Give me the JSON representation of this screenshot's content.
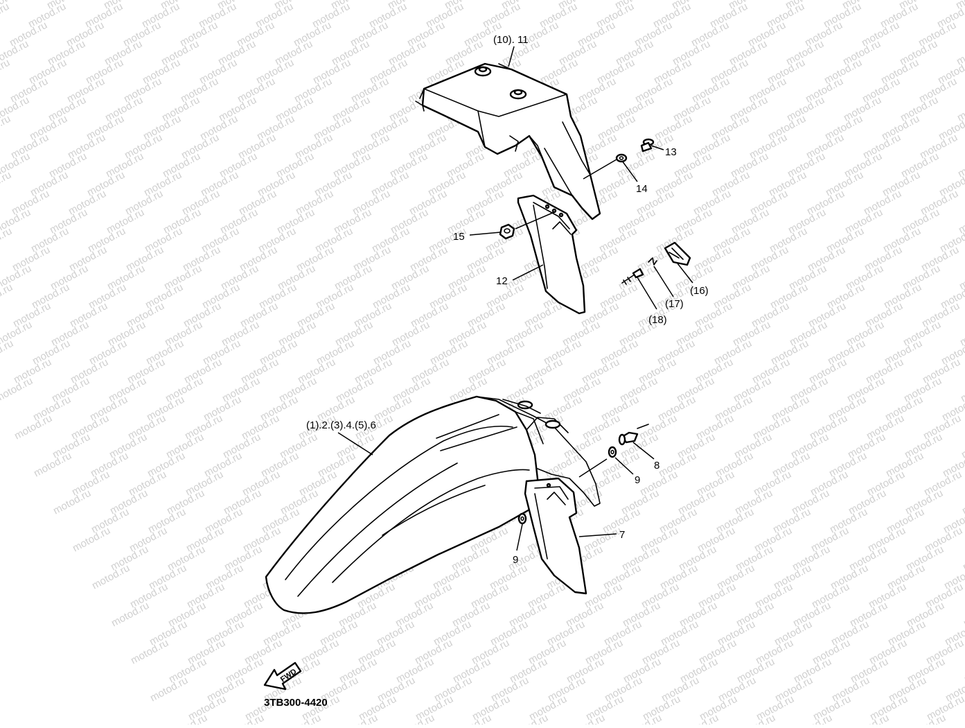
{
  "watermark": "motod.ru",
  "callouts": {
    "c10_11": "(10). 11",
    "c13": "13",
    "c14": "14",
    "c15": "15",
    "c12": "12",
    "c16": "(16)",
    "c17": "(17)",
    "c18": "(18)",
    "c1_6": "(1).2.(3).4.(5).6",
    "c8": "8",
    "c9a": "9",
    "c9b": "9",
    "c7": "7"
  },
  "fwd_label": "FWD",
  "diagram_code": "3TB300-4420"
}
